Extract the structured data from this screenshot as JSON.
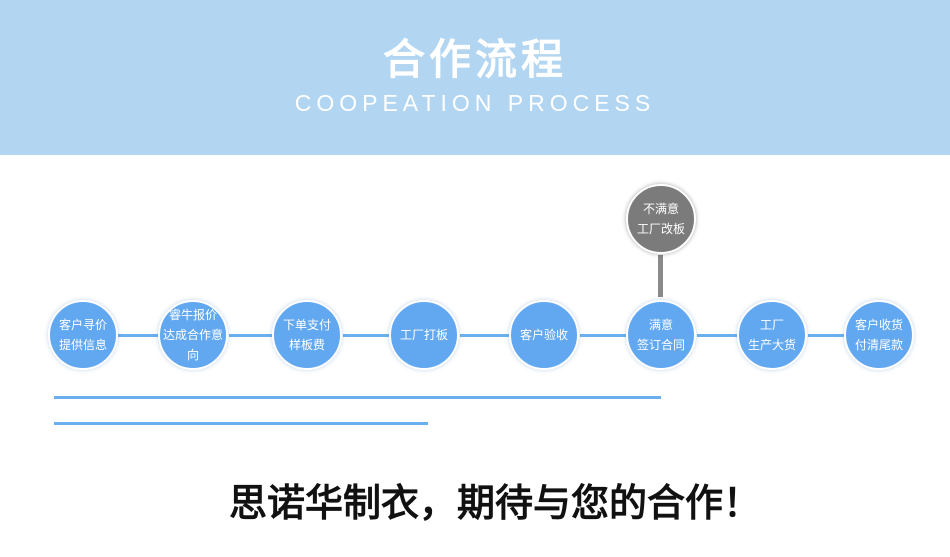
{
  "header": {
    "title_cn": "合作流程",
    "title_en": "COOPEATION PROCESS"
  },
  "flow": {
    "steps": [
      {
        "label": "客户寻价\n提供信息"
      },
      {
        "label": "睿牛报价\n达成合作意向"
      },
      {
        "label": "下单支付\n样板费"
      },
      {
        "label": "工厂打板"
      },
      {
        "label": "客户验收"
      },
      {
        "label": "满意\n签订合同"
      },
      {
        "label": "工厂\n生产大货"
      },
      {
        "label": "客户收货\n付清尾款"
      }
    ],
    "alternate": {
      "label": "不满意\n工厂改板"
    }
  },
  "colors": {
    "banner": "#b2d5f1",
    "step_circle": "#62a8f1",
    "connector": "#6ab0ee",
    "alternate_circle": "#7b7b7b"
  },
  "slogan": "思诺华制衣，期待与您的合作！"
}
